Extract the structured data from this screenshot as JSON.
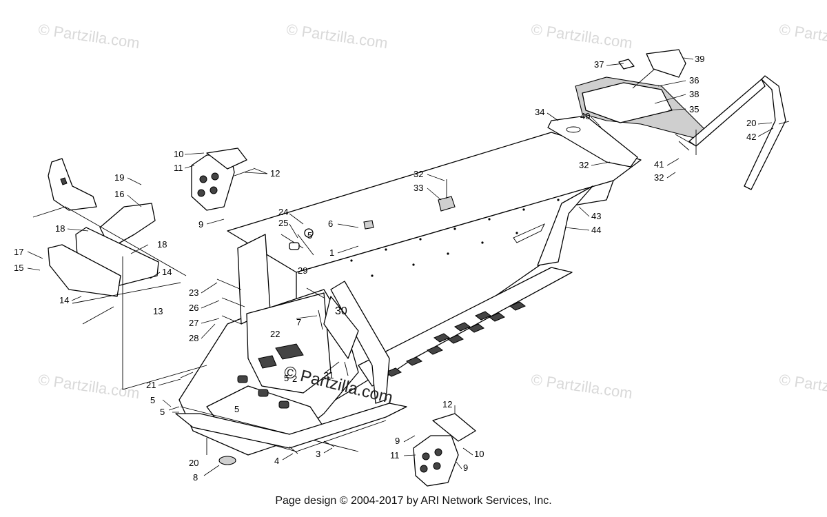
{
  "watermark_text": "© Partzilla.com",
  "footer_text": "Page design © 2004-2017 by ARI Network Services, Inc.",
  "callouts": [
    "1",
    "2",
    "3",
    "4",
    "5",
    "5",
    "5",
    "5",
    "5",
    "6",
    "7",
    "8",
    "9",
    "9",
    "9",
    "10",
    "10",
    "11",
    "11",
    "12",
    "12",
    "13",
    "14",
    "14",
    "15",
    "16",
    "17",
    "18",
    "18",
    "19",
    "20",
    "20",
    "21",
    "22",
    "23",
    "24",
    "25",
    "26",
    "27",
    "28",
    "29",
    "30",
    "31",
    "32",
    "32",
    "32",
    "33",
    "34",
    "35",
    "36",
    "37",
    "38",
    "39",
    "40",
    "41",
    "42",
    "43",
    "44"
  ]
}
